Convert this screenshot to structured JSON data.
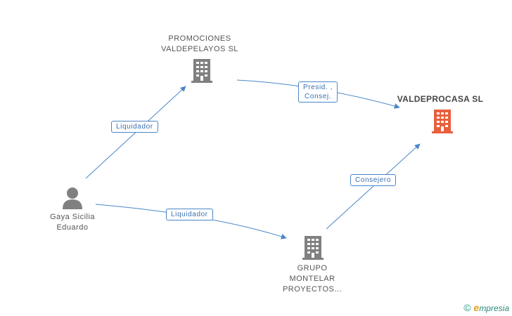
{
  "colors": {
    "edge": "#4a86c8",
    "company": "#808080",
    "main_company": "#e8603c",
    "person": "#808080"
  },
  "nodes": {
    "promociones": {
      "line1": "PROMOCIONES",
      "line2": "VALDEPELAYOS SL",
      "icon": "building-icon"
    },
    "valdeprocasa": {
      "name": "VALDEPROCASA SL",
      "icon": "building-icon"
    },
    "gaya": {
      "line1": "Gaya Sicilia",
      "line2": "Eduardo",
      "icon": "person-icon"
    },
    "grupo": {
      "line1": "GRUPO",
      "line2": "MONTELAR",
      "line3": "PROYECTOS...",
      "icon": "building-icon"
    }
  },
  "edges": {
    "gaya_promociones": "Liquidador",
    "gaya_grupo": "Liquidador",
    "promociones_valdeprocasa_1": "Presid. ,",
    "promociones_valdeprocasa_2": "Consej.",
    "grupo_valdeprocasa": "Consejero"
  },
  "footer": {
    "copyright": "©",
    "brand_initial": "e",
    "brand_rest": "mpresia"
  }
}
